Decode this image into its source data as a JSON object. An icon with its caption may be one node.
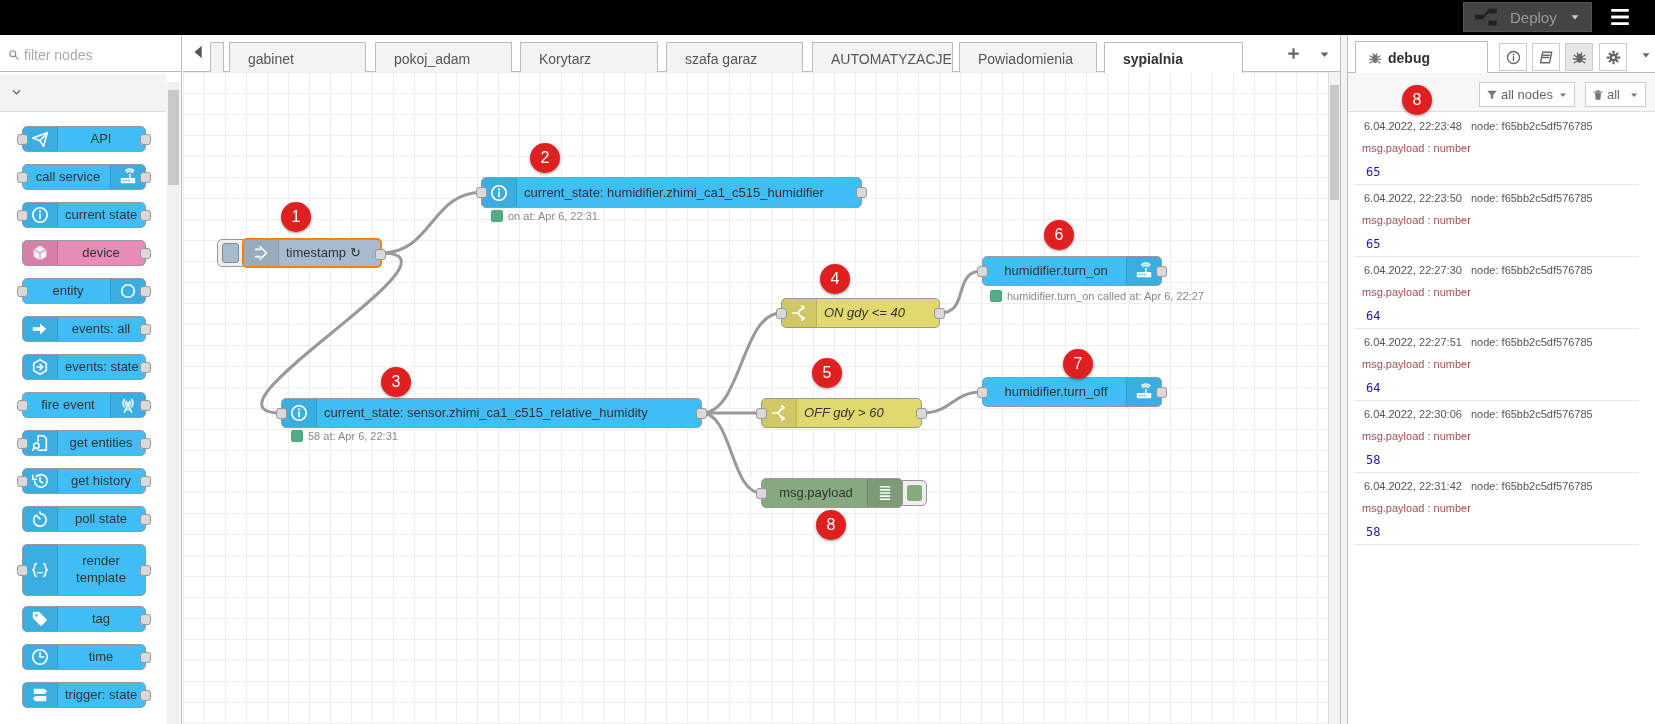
{
  "diagram": {
    "nodes": [
      {
        "text": [
          "timestamp ↻"
        ]
      },
      {
        "text": [
          "current_state: humidifier.zhimi_ca1_c515_humidifier"
        ],
        "beside": [
          "on at: Apr 6, 22:31"
        ]
      },
      {
        "text": [
          "current_state: sensor.zhimi_ca1_c515_relative_humidity"
        ],
        "beside": [
          "58 at: Apr 6, 22:31"
        ]
      },
      {
        "text": [
          "ON gdy <= 40"
        ]
      },
      {
        "text": [
          "OFF gdy > 60"
        ]
      },
      {
        "text": [
          "humidifier.turn_on"
        ],
        "beside": [
          "humidifier.turn_on called at: Apr 6, 22:27"
        ]
      },
      {
        "text": [
          "humidifier.turn_off"
        ]
      },
      {
        "text": [
          "msg.payload"
        ]
      },
      {
        "text": [
          "API"
        ]
      },
      {
        "text": [
          "call service"
        ]
      },
      {
        "text": [
          "current state"
        ]
      },
      {
        "text": [
          "device"
        ]
      },
      {
        "text": [
          "entity"
        ]
      },
      {
        "text": [
          "events: all"
        ]
      },
      {
        "text": [
          "events: state"
        ]
      },
      {
        "text": [
          "fire event"
        ]
      },
      {
        "text": [
          "get entities"
        ]
      },
      {
        "text": [
          "get history"
        ]
      },
      {
        "text": [
          "poll state"
        ]
      },
      {
        "text": [
          "render template"
        ]
      },
      {
        "text": [
          "tag"
        ]
      },
      {
        "text": [
          "time"
        ]
      },
      {
        "text": [
          "trigger: state"
        ]
      }
    ],
    "edges": [
      {
        "from": 0,
        "to": 1,
        "arrow": "none"
      },
      {
        "from": 0,
        "to": 2,
        "arrow": "none"
      },
      {
        "from": 2,
        "to": 3,
        "arrow": "none"
      },
      {
        "from": 2,
        "to": 4,
        "arrow": "none"
      },
      {
        "from": 2,
        "to": 7,
        "arrow": "none"
      },
      {
        "from": 3,
        "to": 5,
        "arrow": "none"
      },
      {
        "from": 4,
        "to": 6,
        "arrow": "none"
      }
    ],
    "labels": [
      "Deploy",
      "filter nodes",
      "gabinet",
      "pokoj_adam",
      "Korytarz",
      "szafa garaz",
      "AUTOMATYZACJE",
      "Powiadomienia",
      "sypialnia",
      "debug",
      "all nodes",
      "all",
      "8",
      "2",
      "1",
      "6",
      "4",
      "3",
      "5",
      "7",
      "8",
      "6.04.2022, 22:23:48",
      "node: f65bb2c5df576785",
      "msg.payload : number",
      "65",
      "6.04.2022, 22:23:50",
      "node: f65bb2c5df576785",
      "msg.payload : number",
      "65",
      "6.04.2022, 22:27:30",
      "node: f65bb2c5df576785",
      "msg.payload : number",
      "64",
      "6.04.2022, 22:27:51",
      "node: f65bb2c5df576785",
      "msg.payload : number",
      "64",
      "6.04.2022, 22:30:06",
      "node: f65bb2c5df576785",
      "msg.payload : number",
      "58",
      "6.04.2022, 22:31:42",
      "node: f65bb2c5df576785",
      "msg.payload : number",
      "58"
    ]
  }
}
